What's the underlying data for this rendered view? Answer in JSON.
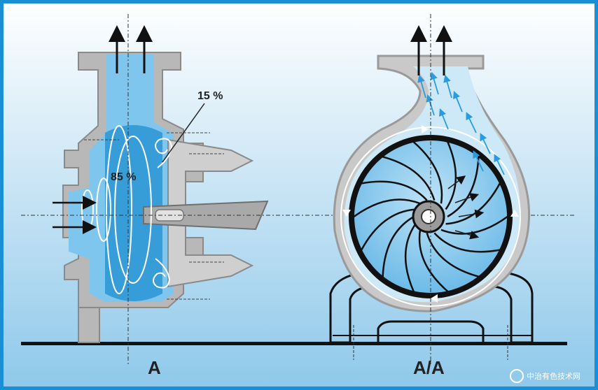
{
  "labels": {
    "view_a": "A",
    "view_aa": "A/A",
    "pct_main": "85 %",
    "pct_recirc": "15 %"
  },
  "watermark": {
    "text": "中治有色技术网"
  },
  "colors": {
    "frame": "#1a8fd6",
    "background_top": "#ffffff",
    "background_bottom": "#8ec8ea",
    "casing": "#b8b8b8",
    "casing_edge": "#8a8a8a",
    "fluid": "#7fc6ee",
    "fluid_dark": "#1f8fd0",
    "impeller": "#1a1a1a",
    "flow_arrows": "#2a9be0"
  }
}
